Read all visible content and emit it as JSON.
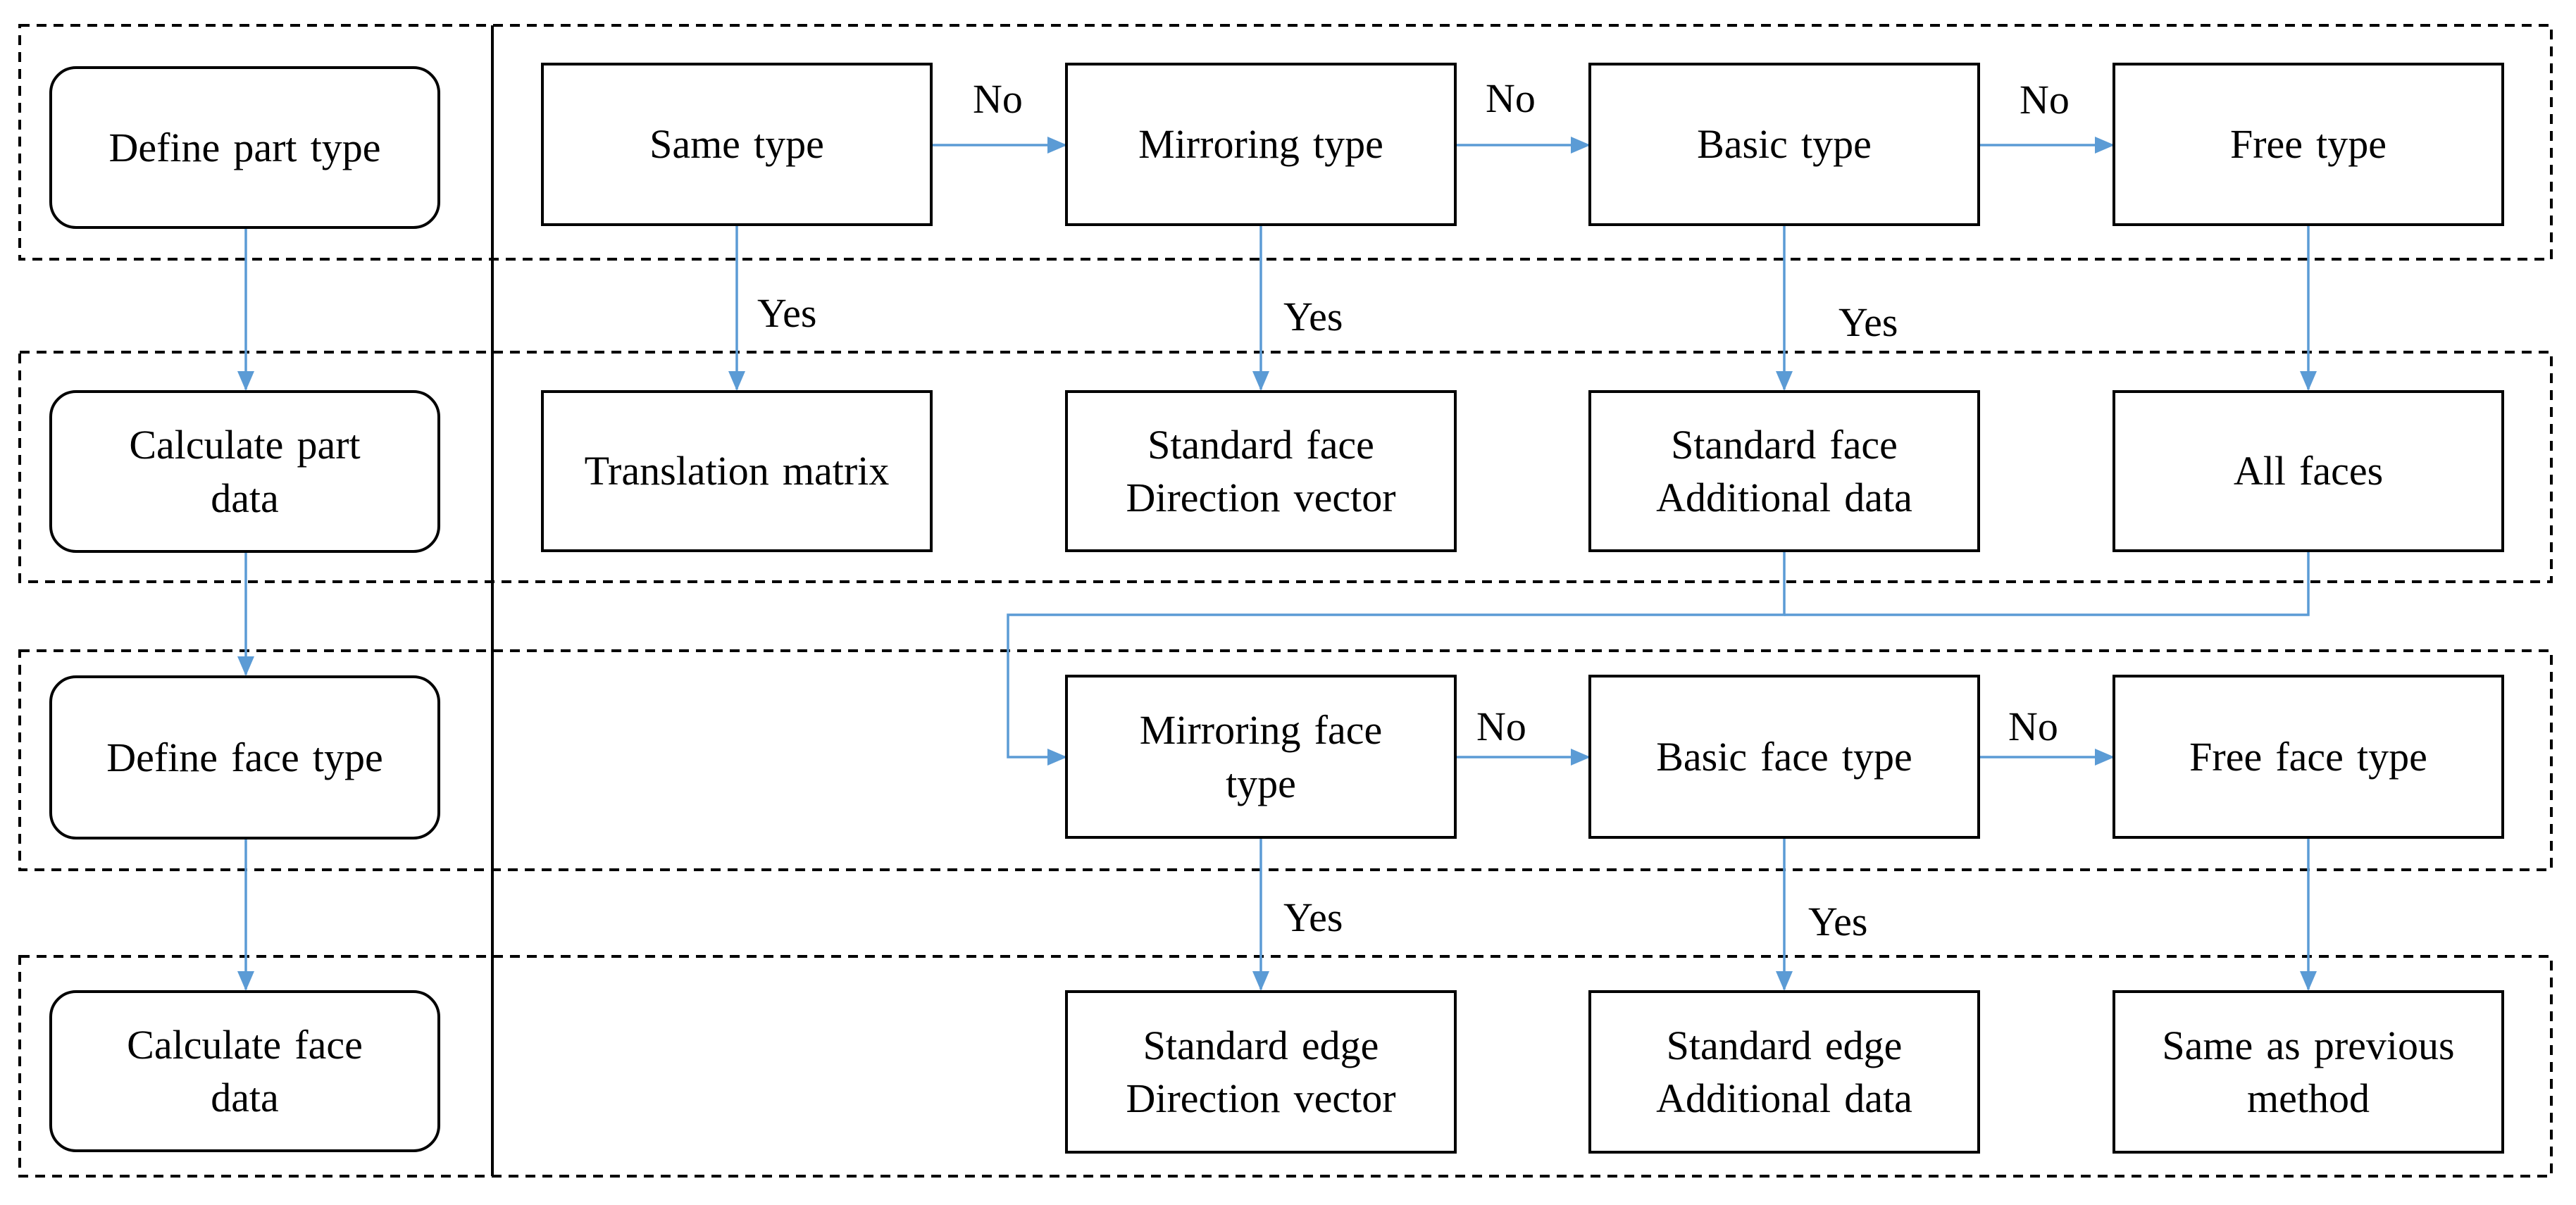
{
  "stages": [
    {
      "id": "define-part-type",
      "label": "Define part type"
    },
    {
      "id": "calculate-part-data",
      "label": "Calculate part\ndata"
    },
    {
      "id": "define-face-type",
      "label": "Define face type"
    },
    {
      "id": "calculate-face-data",
      "label": "Calculate face\ndata"
    }
  ],
  "part_types": [
    {
      "id": "same-type",
      "label": "Same type"
    },
    {
      "id": "mirroring-type",
      "label": "Mirroring type"
    },
    {
      "id": "basic-type",
      "label": "Basic type"
    },
    {
      "id": "free-type",
      "label": "Free type"
    }
  ],
  "part_data": [
    {
      "id": "translation-matrix",
      "label": "Translation matrix"
    },
    {
      "id": "standard-face-direction-vector",
      "label": "Standard face\nDirection vector"
    },
    {
      "id": "standard-face-additional-data",
      "label": "Standard face\nAdditional data"
    },
    {
      "id": "all-faces",
      "label": "All faces"
    }
  ],
  "face_types": [
    {
      "id": "mirroring-face-type",
      "label": "Mirroring face\ntype"
    },
    {
      "id": "basic-face-type",
      "label": "Basic face type"
    },
    {
      "id": "free-face-type",
      "label": "Free face type"
    }
  ],
  "face_data": [
    {
      "id": "standard-edge-direction-vector",
      "label": "Standard edge\nDirection vector"
    },
    {
      "id": "standard-edge-additional-data",
      "label": "Standard edge\nAdditional data"
    },
    {
      "id": "same-as-previous-method",
      "label": "Same as previous\nmethod"
    }
  ],
  "edge_labels": {
    "no": "No",
    "yes": "Yes"
  },
  "colors": {
    "arrow": "#5B9BD5",
    "box_border": "#000000",
    "dashed_border": "#000000",
    "divider": "#000000"
  }
}
